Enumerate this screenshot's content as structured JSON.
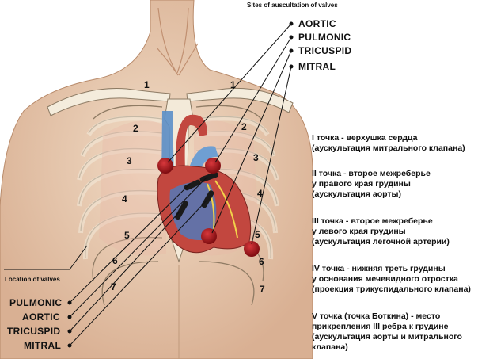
{
  "top_title": "Sites of auscultation of valves",
  "sites": [
    "AORTIC",
    "PULMONIC",
    "TRICUSPID",
    "MITRAL"
  ],
  "bottom_title": "Location of valves",
  "locations": [
    "PULMONIC",
    "AORTIC",
    "TRICUSPID",
    "MITRAL"
  ],
  "rib_numbers_right": [
    "1",
    "2",
    "3",
    "4",
    "5",
    "6",
    "7"
  ],
  "rib_numbers_left": [
    "1",
    "2",
    "3",
    "4",
    "5",
    "6",
    "7"
  ],
  "notes": [
    [
      "I точка - верхушка сердца",
      "(аускультация митрального клапана)"
    ],
    [
      "II точка - второе межреберье",
      "у правого края грудины",
      "(аускультация аорты)"
    ],
    [
      "III точка - второе межреберье",
      "у левого края грудины",
      "(аускультация лёгочной артерии)"
    ],
    [
      "IV точка - нижняя треть грудины",
      "у основания мечевидного отростка",
      "(проекция трикуспидального клапана)"
    ],
    [
      "V точка (точка Боткина) - место",
      "прикрепления III ребра к грудине",
      "(аускультация аорты и митрального",
      "клапана)"
    ]
  ],
  "colors": {
    "site_dot": "#9b1116",
    "valve_bar": "#1a1a1a",
    "skin": "#e9cdb4",
    "bone": "#f3ead9",
    "heart": "#c2473f",
    "vessel_blue": "#5b8fc8"
  }
}
